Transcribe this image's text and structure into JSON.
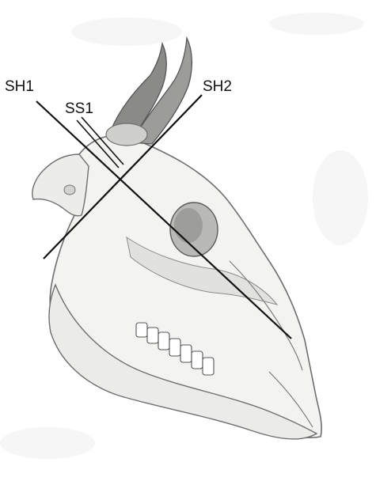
{
  "labels": {
    "sh1": "SH1",
    "ss1": "SS1",
    "sh2": "SH2"
  },
  "colors": {
    "line": "#111111",
    "bone_fill": "#f3f3f1",
    "bone_stroke": "#6e6e6e",
    "shadow": "#b9b9b7",
    "horn": "#8a8a88"
  },
  "icons": {
    "skull": "ruminant-skull-lateral-illustration"
  }
}
